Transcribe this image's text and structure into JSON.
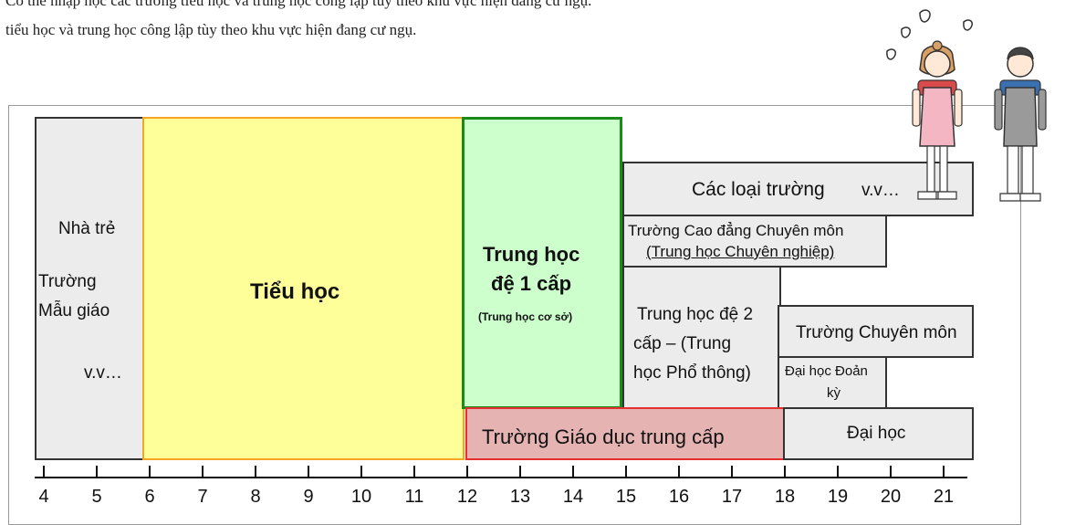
{
  "intro": {
    "line1": "Có thể nhập học các trường tiểu học và trung học công lập tùy theo khu vực hiện đang cư ngụ.",
    "line2": "tiểu học và trung học công lập tùy theo khu vực hiện đang cư ngụ."
  },
  "diagram": {
    "preschool": {
      "line1": "Nhà trẻ",
      "line2": "Trường",
      "line3": "Mẫu giáo",
      "line4": "v.v…"
    },
    "elementary": {
      "label": "Tiểu học"
    },
    "junior_high": {
      "line1": "Trung học",
      "line2": "đệ 1 cấp",
      "sub": "(Trung học cơ sở)"
    },
    "various": {
      "label": "Các loại trường",
      "etc": "v.v…"
    },
    "college_tech": {
      "line1": "Trường Cao đẳng Chuyên môn",
      "line2": "(Trung học Chuyên nghiệp)"
    },
    "senior_high": {
      "line1": "Trung học đệ 2",
      "line2": "cấp – (Trung",
      "line3": "học Phổ thông)"
    },
    "vocational": {
      "label": "Trường Chuyên môn"
    },
    "junior_college": {
      "line1": "Đại học Đoản",
      "line2": "kỳ"
    },
    "compulsory": {
      "label": "Trường Giáo dục trung cấp"
    },
    "university": {
      "label": "Đại học"
    }
  },
  "axis": {
    "ticks": [
      "4",
      "5",
      "6",
      "7",
      "8",
      "9",
      "10",
      "11",
      "12",
      "13",
      "14",
      "15",
      "16",
      "17",
      "18",
      "19",
      "20",
      "21"
    ]
  },
  "colors": {
    "elementary_fill": "#ffff99",
    "elementary_border": "#f5a623",
    "junior_fill": "#ccffcc",
    "junior_border": "#1a8a1a",
    "compulsory_fill": "#e6b3b3",
    "compulsory_border": "#e53030",
    "gray_fill": "#ececec"
  },
  "icons": [
    "petal-icon",
    "girl-student-icon",
    "boy-student-icon"
  ]
}
